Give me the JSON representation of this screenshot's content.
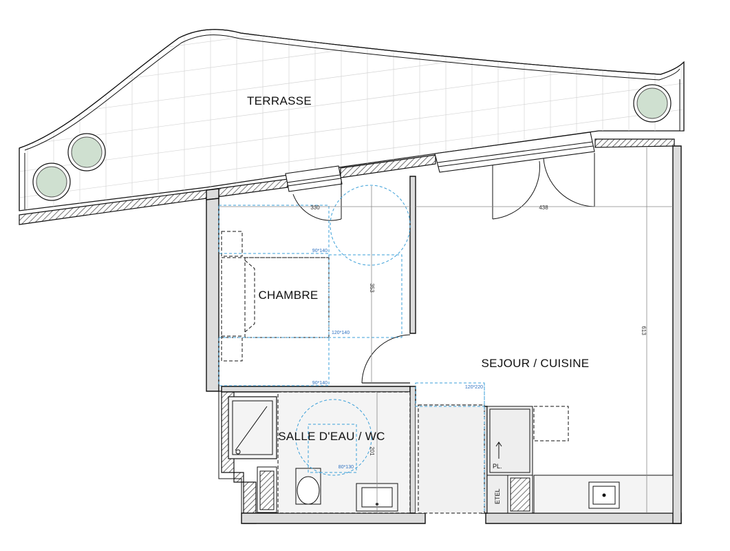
{
  "rooms": {
    "terrasse": "TERRASSE",
    "chambre": "CHAMBRE",
    "sejour": "SEJOUR / CUISINE",
    "salle_eau": "SALLE D'EAU / WC"
  },
  "dimensions": {
    "terrace_door_width": "330",
    "living_width": "438",
    "chambre_depth": "353",
    "living_depth": "613",
    "bathroom_depth": "201"
  },
  "clearances": {
    "bed_side_top": "90*140",
    "bed_zone": "120*140",
    "bed_side_bottom": "90*140",
    "entry_zone": "120*220",
    "bathroom_zone": "80*130"
  },
  "equipment": {
    "placard": "PL.",
    "etel": "ETEL"
  },
  "colors": {
    "wall": "#dcdcdc",
    "clearance_line": "#3a9fd8",
    "clearance_text": "#2a6fc0",
    "plant": "#cfe0d0"
  }
}
